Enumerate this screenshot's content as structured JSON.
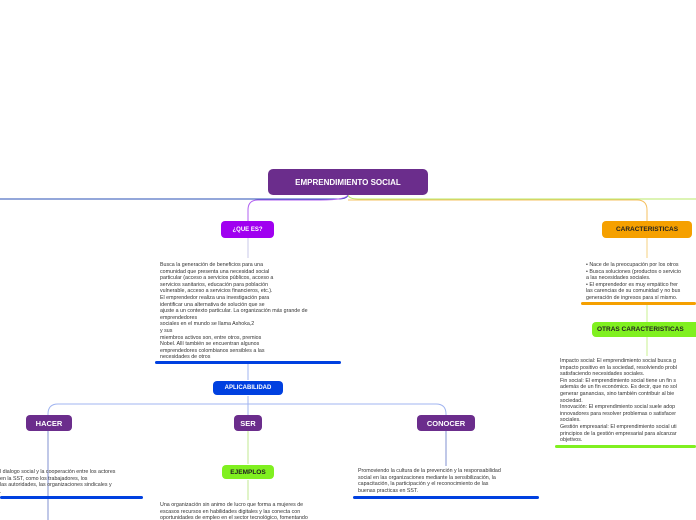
{
  "colors": {
    "root": "#6b2d8c",
    "violet": "#a000f0",
    "orange": "#f5a000",
    "green": "#80f020",
    "blue": "#0040e0",
    "purple": "#6b2d8c"
  },
  "root": {
    "label": "EMPRENDIMIENTO SOCIAL"
  },
  "que_es": {
    "label": "¿QUE ES?",
    "text": "Busca la generación de beneficios para una\ncomunidad que presenta una necesidad social\nparticular (acceso a servicios públicos, acceso a\nservicios sanitarios, educación para población\nvulnerable, acceso a servicios financieros, etc.).\nEl emprendedor realiza una investigación para\nidentificar una alternativa de solución que se\najuste a un contexto particular. La organización más grande de\nemprendedores\nsociales en el mundo se llama Ashoka,2\n y sus\nmiembros activos son, entre otros, premios\nNobel. Allí también se encuentran algunos\nemprendedores colombianos sensibles a las\nnecesidades de otros"
  },
  "caracteristicas": {
    "label": "CARACTERISTICAS",
    "text": "• Nace de la preocupación por los otros\n• Busca soluciones (productos o servicio\na las necesidades sociales.\n• El emprendedor es muy empático frer\nlas carencias de su comunidad y no bus\ngeneración de ingresos para sí mismo."
  },
  "otras": {
    "label": "OTRAS CARACTERISTICAS",
    "text": "Impacto social: El emprendimiento social busca g\nimpacto positivo en la sociedad, resolviendo probl\nsatisfaciendo necesidades sociales.\nFin social: El emprendimiento social tiene un fin s\nademás de un fin económico. Es decir, que no sol\ngenerar ganancias, sino también contribuir al bie\nsociedad.\nInnovación: El emprendimiento social suele adop\ninnovadores para resolver problemas o satisfacer\nsociales.\nGestión empresarial: El emprendimiento social uti\nprincipios de la gestión empresarial para alcanzar\nobjetivos."
  },
  "aplicabilidad": {
    "label": "APLICABILIDAD"
  },
  "hacer": {
    "label": "HACER",
    "text": "l dialogo social y la cooperación entre los actores\nen la SST, como los trabajadores, los\nlas autoridades, las organizaciones sindicales y\n."
  },
  "ser": {
    "label": "SER"
  },
  "ejemplos": {
    "label": "EJEMPLOS",
    "text": "Una organización sin animo de lucro que forma a mujeres de\nescasos recursos en habilidades digitales y las conecta con\noportunidades de empleo en el sector tecnológico, fomentando"
  },
  "conocer": {
    "label": "CONOCER",
    "text": "Promoviendo la cultura de la prevención y la responsabilidad\nsocial en las organizaciones mediante la sensibilización, la\ncapacitación, la participación y el reconocimiento de las\nbuenas practicas en SST."
  }
}
